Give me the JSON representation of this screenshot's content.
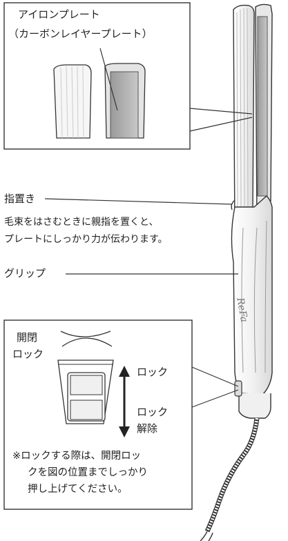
{
  "callout_top": {
    "line1": "アイロンプレート",
    "line2": "（カーボンレイヤープレート）"
  },
  "thumb_rest": {
    "label": "指置き",
    "desc_line1": "毛束をはさむときに親指を置くと、",
    "desc_line2": "プレートにしっかり力が伝わります。"
  },
  "grip": {
    "label": "グリップ"
  },
  "lock_callout": {
    "switch_label_line1": "開閉",
    "switch_label_line2": "ロック",
    "lock": "ロック",
    "unlock_line1": "ロック",
    "unlock_line2": "解除",
    "note_line1": "※ロックする際は、開閉ロッ",
    "note_line2": "クを図の位置までしっかり",
    "note_line3": "押し上げてください。"
  },
  "brand_mark": "ReFa"
}
